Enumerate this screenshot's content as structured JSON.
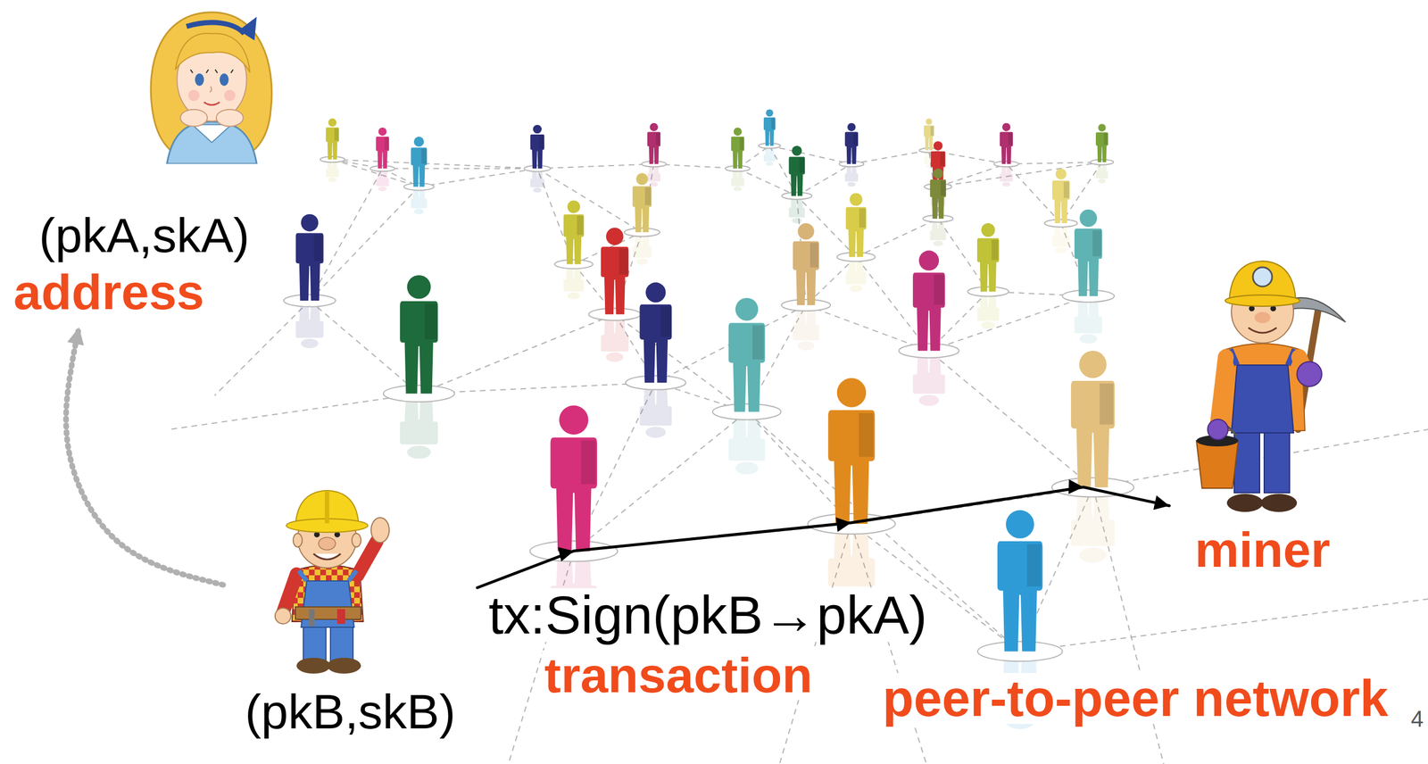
{
  "diagram": {
    "nodes": [
      {
        "text": [
          "(pkA,skA)",
          "address"
        ]
      },
      {
        "text": [
          "(pkB,skB)"
        ]
      },
      {
        "text": [
          "miner"
        ]
      }
    ],
    "edges": [
      {
        "from": 1,
        "to": 0,
        "arrow": "to"
      },
      {
        "from": 1,
        "to": 2,
        "arrow": "to",
        "label": "tx:Sign(pkB→pkA)"
      }
    ],
    "labels": [
      "transaction",
      "peer-to-peer network",
      "4"
    ]
  }
}
